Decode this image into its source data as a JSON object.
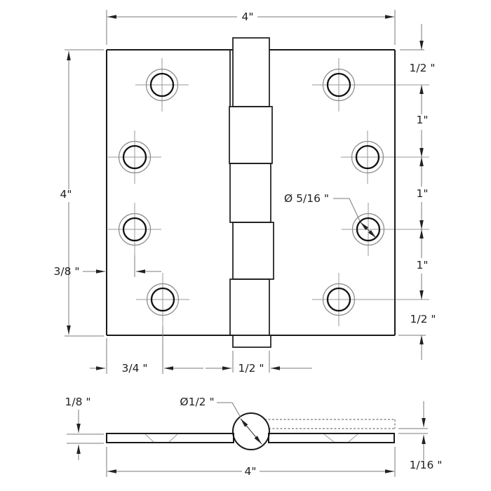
{
  "front_view": {
    "width_label": "4\"",
    "height_label": "4\"",
    "edge_to_inner_holes_label": "3/8 \"",
    "edge_to_outer_holes_label": "3/4 \"",
    "barrel_width_label": "1/2 \"",
    "hole_diameter_label": "Ø 5/16 \"",
    "right_chain_labels": [
      "1/2 \"",
      "1\"",
      "1\"",
      "1\"",
      "1/2 \""
    ]
  },
  "side_view": {
    "leaf_thickness_label": "1/8 \"",
    "pin_barrel_diameter_label": "Ø1/2 \"",
    "overall_width_label": "4\"",
    "leaf_gap_label": "1/16 \""
  },
  "colors": {
    "background": "#ffffff",
    "object_line": "#1a1a1a",
    "dimension_line": "#7a7a7a",
    "text": "#222222"
  }
}
